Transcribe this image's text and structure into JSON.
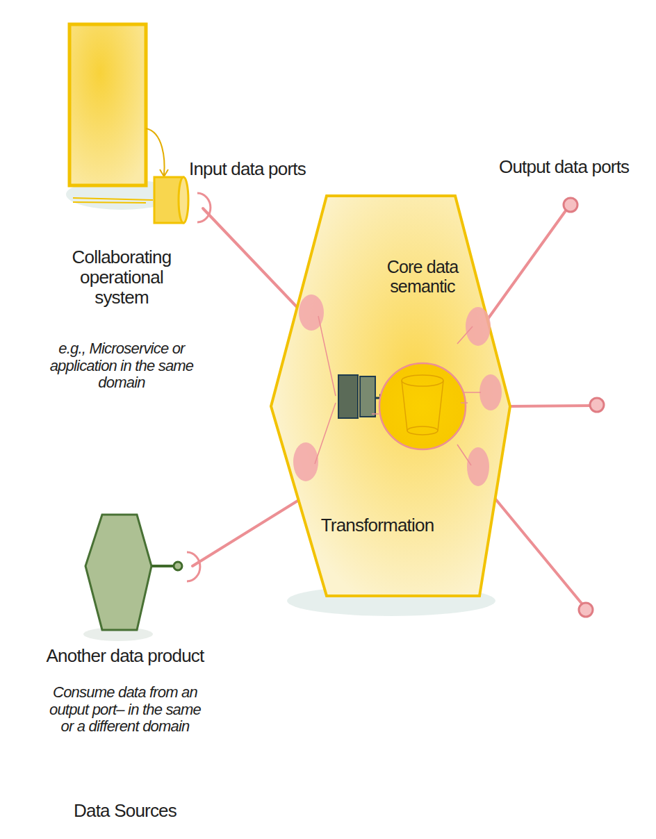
{
  "diagram": {
    "nodes": [
      {
        "text": [
          "Collaborating operational system",
          "e.g., Microservice or application in the same domain"
        ]
      },
      {
        "text": [
          "Transformation"
        ]
      },
      {
        "text": [
          "Core data semantic"
        ],
        "in": 1
      },
      {
        "text": [
          "Another data product",
          "Consume data from an output port– in the same or a different domain"
        ]
      }
    ],
    "edges": [
      {
        "from": 0,
        "to": 1,
        "arrow": "none"
      },
      {
        "from": 3,
        "to": 1,
        "arrow": "none"
      }
    ],
    "labels": [
      "Input data ports",
      "Output data ports",
      "Data Sources"
    ]
  }
}
